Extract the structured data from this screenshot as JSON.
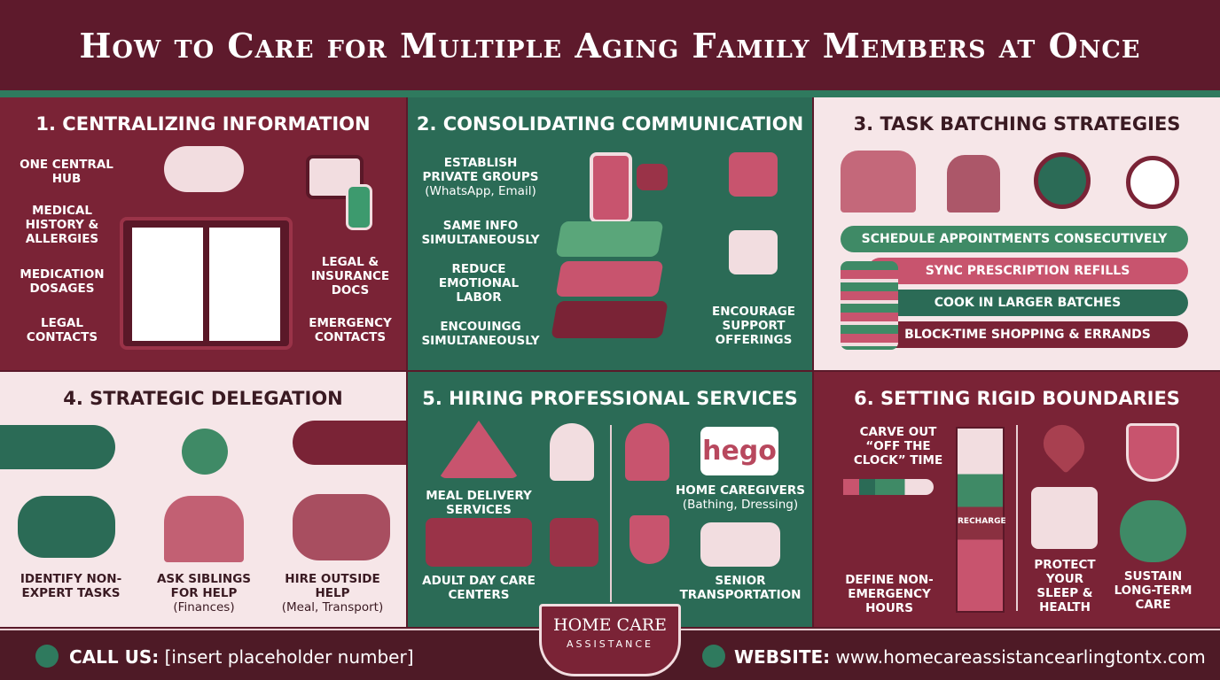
{
  "title": "How to Care for Multiple Aging Family Members at Once",
  "colors": {
    "maroon": "#7a2336",
    "green": "#2b6b56",
    "light_pink": "#f6e6e8",
    "dark_maroon": "#4e1a26"
  },
  "panels": [
    {
      "title": "1. CENTRALIZING INFORMATION",
      "labels": [
        "ONE CENTRAL HUB",
        "MEDICAL HISTORY & ALLERGIES",
        "MEDICATION DOSAGES",
        "LEGAL CONTACTS",
        "LEGAL & INSURANCE DOCS",
        "EMERGENCY CONTACTS"
      ]
    },
    {
      "title": "2. CONSOLIDATING COMMUNICATION",
      "labels": [
        "ESTABLISH PRIVATE GROUPS",
        "(WhatsApp, Email)",
        "SAME INFO SIMULTANEOUSLY",
        "REDUCE EMOTIONAL LABOR",
        "ENCOUINGG SIMULTANEOUSLY",
        "ENCOURAGE SUPPORT OFFERINGS"
      ]
    },
    {
      "title": "3. TASK BATCHING STRATEGIES",
      "bars": [
        "SCHEDULE APPOINTMENTS CONSECUTIVELY",
        "SYNC PRESCRIPTION REFILLS",
        "COOK IN LARGER BATCHES",
        "BLOCK-TIME SHOPPING & ERRANDS"
      ]
    },
    {
      "title": "4. STRATEGIC DELEGATION",
      "labels": [
        "IDENTIFY NON-EXPERT TASKS",
        "ASK SIBLINGS FOR HELP",
        "(Finances)",
        "HIRE OUTSIDE HELP",
        "(Meal, Transport)"
      ]
    },
    {
      "title": "5. HIRING PROFESSIONAL SERVICES",
      "labels": [
        "MEAL DELIVERY SERVICES",
        "ADULT DAY CARE CENTERS",
        "HOME CAREGIVERS",
        "(Bathing, Dressing)",
        "SENIOR TRANSPORTATION"
      ],
      "logo": "hego"
    },
    {
      "title": "6. SETTING RIGID BOUNDARIES",
      "labels": [
        "CARVE OUT “OFF THE CLOCK” TIME",
        "DEFINE NON-EMERGENCY HOURS",
        "RECHARGE",
        "PROTECT YOUR SLEEP & HEALTH",
        "SUSTAIN LONG-TERM CARE"
      ]
    }
  ],
  "footer": {
    "call_label": "CALL US:",
    "call_value": "[insert placeholder number]",
    "brand_top": "HOME CARE",
    "brand_bottom": "ASSISTANCE",
    "web_label": "WEBSITE:",
    "web_value": "www.homecareassistancearlingtontx.com"
  }
}
